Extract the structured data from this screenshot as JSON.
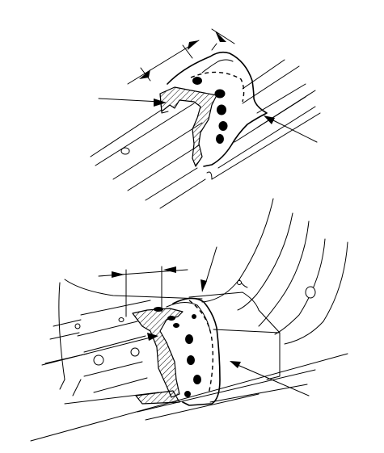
{
  "figure": {
    "views": [
      {
        "id": "upper",
        "weld_spots": 5
      },
      {
        "id": "lower",
        "weld_spots": 8
      }
    ],
    "colors": {
      "line": "#000000",
      "background": "#ffffff"
    }
  }
}
